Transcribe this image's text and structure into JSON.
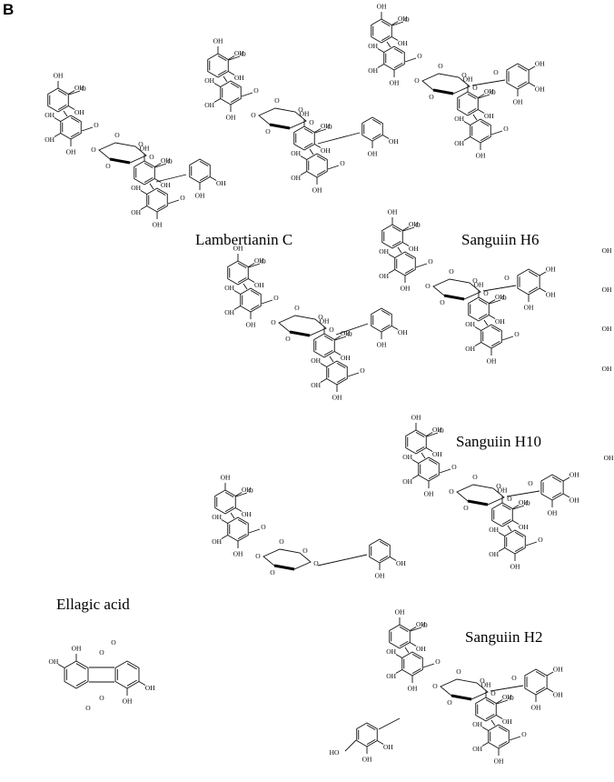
{
  "panel_label": "B",
  "compounds": [
    {
      "name": "Lambertianin C"
    },
    {
      "name": "Sanguiin H6"
    },
    {
      "name": "Sanguiin H10"
    },
    {
      "name": "Ellagic acid"
    },
    {
      "name": "Sanguiin H2"
    }
  ],
  "atom_labels": {
    "hydroxyl": "OH",
    "oxygen": "O",
    "carboxyl": "HO"
  }
}
